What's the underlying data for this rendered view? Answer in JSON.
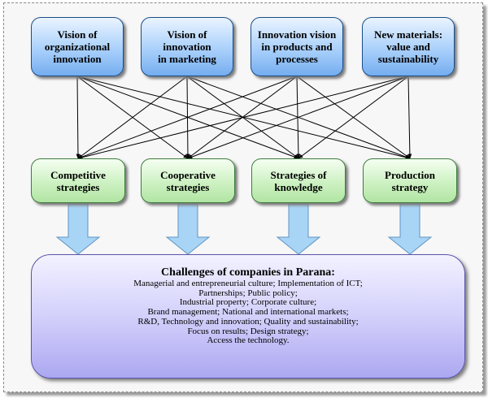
{
  "visions": [
    {
      "id": "v1",
      "label_lines": [
        "Vision of",
        "organizational",
        "innovation"
      ]
    },
    {
      "id": "v2",
      "label_lines": [
        "Vision of",
        "innovation",
        "in marketing"
      ]
    },
    {
      "id": "v3",
      "label_lines": [
        "Innovation vision",
        "in products and",
        "processes"
      ]
    },
    {
      "id": "v4",
      "label_lines": [
        "New materials:",
        "value and",
        "sustainability"
      ]
    }
  ],
  "strategies": [
    {
      "id": "s1",
      "label_lines": [
        "Competitive",
        "strategies"
      ]
    },
    {
      "id": "s2",
      "label_lines": [
        "Cooperative",
        "strategies"
      ]
    },
    {
      "id": "s3",
      "label_lines": [
        "Strategies of",
        "knowledge"
      ]
    },
    {
      "id": "s4",
      "label_lines": [
        "Production",
        "strategy"
      ]
    }
  ],
  "challenges": {
    "title": "Challenges of companies in Parana:",
    "lines": [
      "Managerial and entrepreneurial culture; Implementation of ICT;",
      "Partnerships; Public policy;",
      "Industrial property; Corporate culture;",
      "Brand management; National and international markets;",
      "R&D, Technology and innovation; Quality and sustainability;",
      "Focus on results; Design strategy;",
      "Access the technology."
    ]
  },
  "connections": {
    "v1": [
      "s1",
      "s2",
      "s3",
      "s4"
    ],
    "v2": [
      "s1",
      "s2",
      "s3",
      "s4"
    ],
    "v3": [
      "s1",
      "s2",
      "s3",
      "s4"
    ],
    "v4": [
      "s1",
      "s2",
      "s3",
      "s4"
    ]
  },
  "colors": {
    "vision_fill": "#a9d0fb",
    "vision_border": "#1a4d88",
    "strategy_fill": "#cdf1c2",
    "strategy_border": "#3e7a3e",
    "challenge_fill": "#d3d0fb",
    "arrow_fill": "#a8d4f6",
    "arrow_stroke": "#5f95c2",
    "connector": "#000000"
  }
}
